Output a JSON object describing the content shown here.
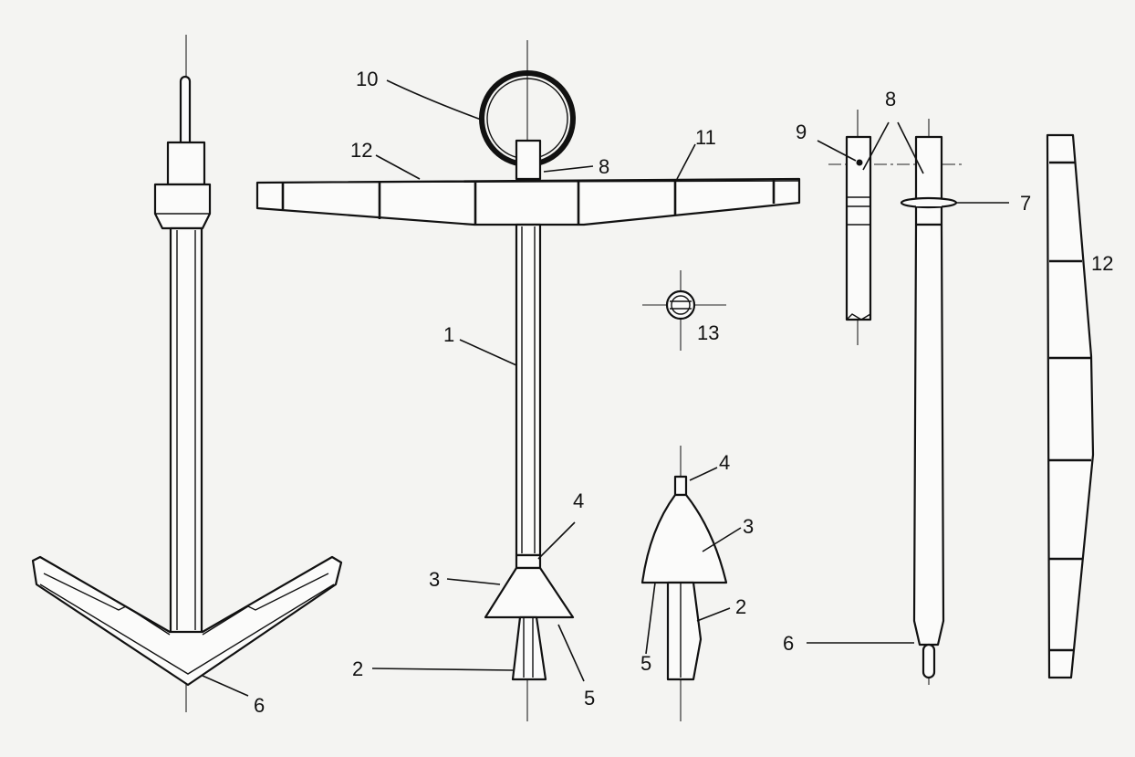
{
  "callouts": {
    "c1": "1",
    "c2a": "2",
    "c2b": "2",
    "c3a": "3",
    "c3b": "3",
    "c4a": "4",
    "c4b": "4",
    "c5a": "5",
    "c5b": "5",
    "c6a": "6",
    "c6b": "6",
    "c7": "7",
    "c8": "8",
    "c8b": "8",
    "c9": "9",
    "c10": "10",
    "c11": "11",
    "c12a": "12",
    "c12b": "12",
    "c13": "13"
  },
  "colors": {
    "ink": "#111111",
    "paper": "#f4f4f2"
  }
}
